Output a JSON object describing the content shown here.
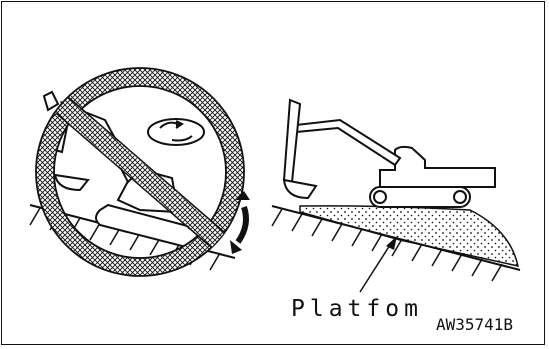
{
  "figure": {
    "platform_label": "Platfom",
    "figure_code": "AW35741B",
    "colors": {
      "ink": "#111111",
      "paper": "#ffffff"
    },
    "left_panel": {
      "meaning": "prohibited",
      "icon": "no-symbol-circle"
    },
    "right_panel": {
      "meaning": "correct"
    }
  }
}
